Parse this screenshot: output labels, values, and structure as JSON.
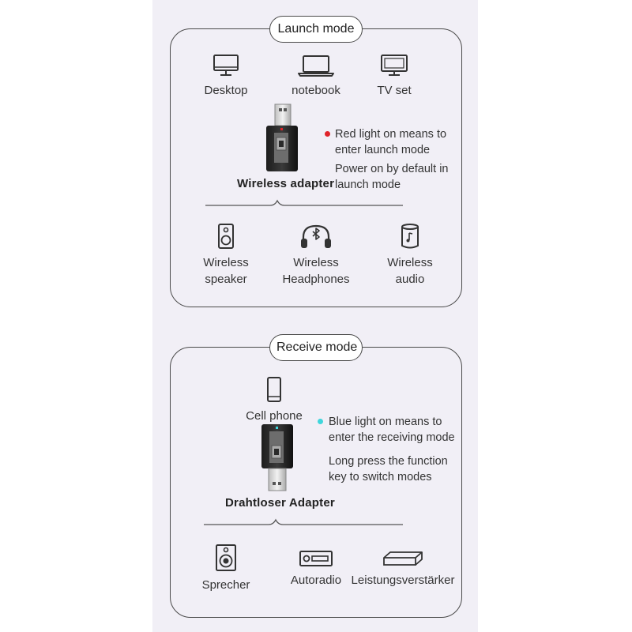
{
  "launch": {
    "title": "Launch mode",
    "sources": [
      {
        "label": "Desktop",
        "icon": "desktop-icon"
      },
      {
        "label": "notebook",
        "icon": "laptop-icon"
      },
      {
        "label": "TV set",
        "icon": "tv-icon"
      }
    ],
    "adapter_label": "Wireless adapter",
    "indicator_color": "#e0242a",
    "notes": [
      "Red light on means to",
      "enter launch mode",
      "Power on by default in",
      "launch mode"
    ],
    "outputs": [
      {
        "line1": "Wireless",
        "line2": "speaker",
        "icon": "speaker-icon"
      },
      {
        "line1": "Wireless",
        "line2": "Headphones",
        "icon": "bluetooth-headphones-icon"
      },
      {
        "line1": "Wireless",
        "line2": "audio",
        "icon": "music-speaker-icon"
      }
    ]
  },
  "receive": {
    "title": "Receive mode",
    "source": {
      "label": "Cell phone",
      "icon": "cell-phone-icon"
    },
    "adapter_label": "Drahtloser Adapter",
    "indicator_color": "#3fd6dc",
    "notes": [
      "Blue light on means to",
      "enter the receiving mode",
      "Long press the function",
      "key to switch modes"
    ],
    "outputs": [
      {
        "label": "Sprecher",
        "icon": "loudspeaker-icon"
      },
      {
        "label": "Autoradio",
        "icon": "car-radio-icon"
      },
      {
        "label": "Leistungsverstärker",
        "icon": "amplifier-icon"
      }
    ]
  }
}
